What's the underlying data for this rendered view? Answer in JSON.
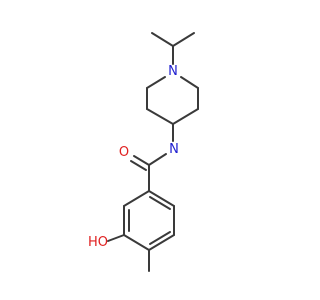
{
  "molecule": {
    "colors": {
      "bond": "#3a3a3a",
      "nitrogen": "#2020d0",
      "oxygen": "#e02020"
    },
    "atoms": {
      "piperidine_n": "N",
      "amide_n": "N",
      "carbonyl_o": "O",
      "hydroxyl": "HO"
    }
  }
}
